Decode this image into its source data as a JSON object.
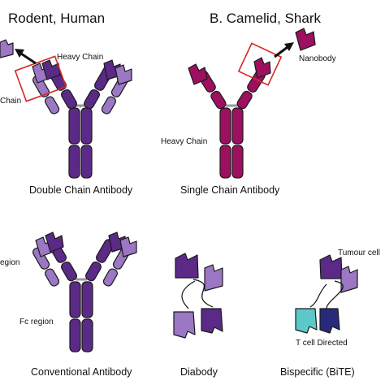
{
  "headings": {
    "a": "Rodent, Human",
    "b": "B. Camelid, Shark"
  },
  "labels": {
    "heavy_chain_top": "Heavy Chain",
    "chain_left": "Chain",
    "heavy_chain_camelid": "Heavy Chain",
    "nanobody": "Nanobody",
    "region_left": "egion",
    "fc_region": "Fc region",
    "tumour_cell": "Tumour cell",
    "t_cell_directed": "T cell Directed"
  },
  "captions": {
    "double_chain": "Double Chain Antibody",
    "single_chain": "Single Chain Antibody",
    "conventional": "Conventional Antibody",
    "diabody": "Diabody",
    "bispecific": "Bispecific (BiTE)"
  },
  "colors": {
    "heavy_dark": "#5b2a86",
    "light": "#9b77c4",
    "camelid": "#9d0f5f",
    "highlight_box": "#d62828",
    "bite_teal": "#5cc8c8",
    "bite_navy": "#2a2a7a",
    "linker": "#999999"
  }
}
